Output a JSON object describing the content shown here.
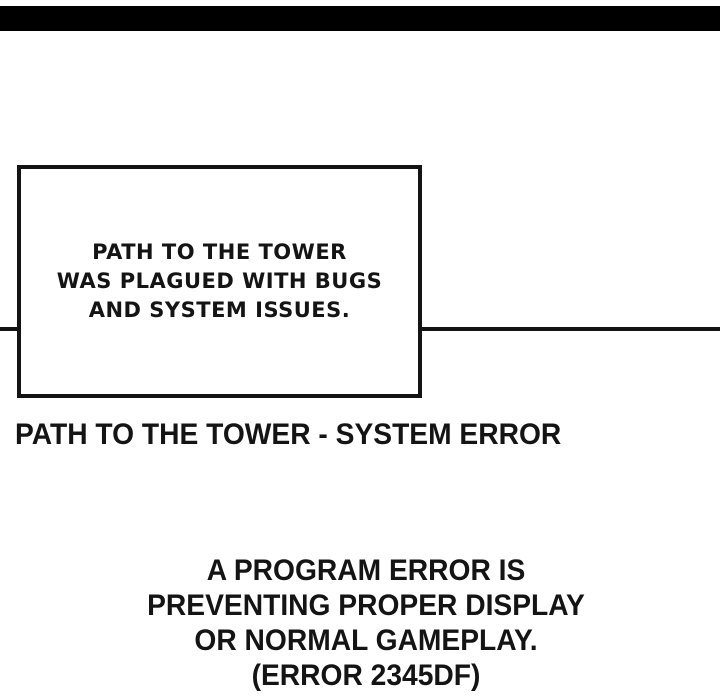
{
  "page": {
    "background": "#ffffff",
    "ink_color": "#141414",
    "top_bar_color": "#000000"
  },
  "narration": {
    "lines": {
      "0": "PATH TO THE TOWER",
      "1": "WAS PLAGUED WITH BUGS",
      "2": "AND SYSTEM ISSUES."
    }
  },
  "caption": {
    "text": "PATH TO THE TOWER - SYSTEM ERROR"
  },
  "error_message": {
    "lines": {
      "0": "A PROGRAM ERROR IS",
      "1": "PREVENTING PROPER DISPLAY",
      "2": "OR NORMAL GAMEPLAY.",
      "3": "(ERROR 2345DF)"
    }
  }
}
